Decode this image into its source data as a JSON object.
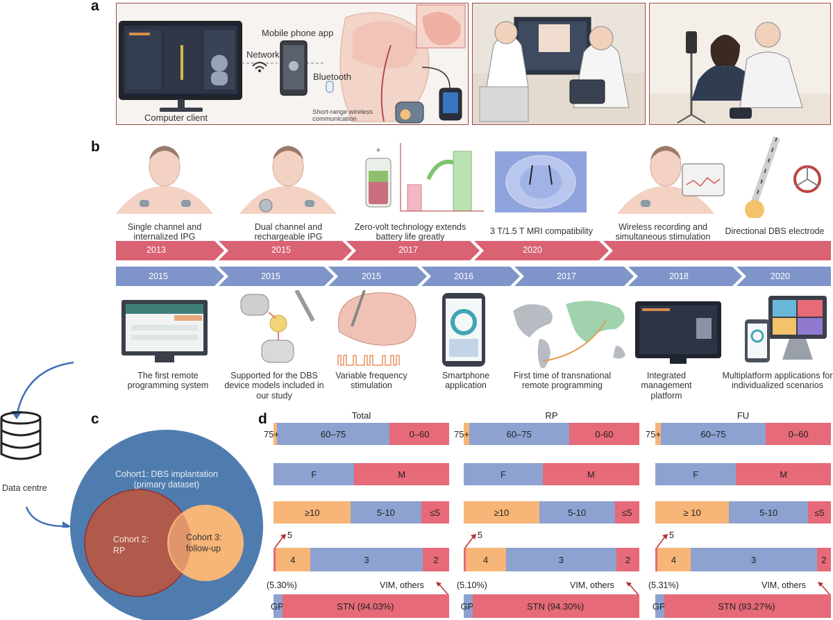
{
  "figure": {
    "panel_letters": [
      "a",
      "b",
      "c",
      "d"
    ]
  },
  "panel_a": {
    "computer_client": "Computer client",
    "mobile_app": "Mobile phone app",
    "network": "Network",
    "bluetooth": "Bluetooth",
    "short_range": "Short-range wireless communication"
  },
  "panel_b": {
    "top_items": [
      {
        "caption": "Single channel and internalized IPG",
        "year": "2013"
      },
      {
        "caption": "Dual channel and rechargeable IPG",
        "year": "2015"
      },
      {
        "caption": "Zero-volt technology extends battery life greatly",
        "year": "2017"
      },
      {
        "caption": "3 T/1.5 T MRI compatibility",
        "year": "2020"
      },
      {
        "caption": "Wireless recording and simultaneous stimulation",
        "year": ""
      },
      {
        "caption": "Directional DBS electrode",
        "year": ""
      }
    ],
    "bottom_items": [
      {
        "caption": "The first remote programming system",
        "year": "2015"
      },
      {
        "caption": "Supported for the DBS device models included in our study",
        "year": "2015"
      },
      {
        "caption": "Variable frequency stimulation",
        "year": "2015"
      },
      {
        "caption": "Smartphone application",
        "year": "2016"
      },
      {
        "caption": "First time of transnational remote programming",
        "year": "2017"
      },
      {
        "caption": "Integrated management platform",
        "year": "2018"
      },
      {
        "caption": "Multiplatform applications for individualized scenarios",
        "year": "2020"
      }
    ]
  },
  "panel_c": {
    "data_centre": "Data centre",
    "cohort1": "Cohort1: DBS implantation (primary dataset)",
    "cohort2": "Cohort 2: RP",
    "cohort3": "Cohort 3: follow-up"
  },
  "colors": {
    "blue": "#8da2d0",
    "red": "#e66a78",
    "orange": "#f7b577",
    "dark_blue_circle": "#4f7cae",
    "cohort2": "#b05a4c",
    "cohort3": "#f7b577",
    "timeline_red": "#d96372",
    "timeline_blue": "#7f95c9"
  },
  "chart_data": [
    {
      "type": "bar",
      "title": "Total",
      "rows": [
        {
          "segments": [
            {
              "label": "75+",
              "value": 2,
              "color": "orange"
            },
            {
              "label": "60–75",
              "value": 64,
              "color": "blue"
            },
            {
              "label": "0–60",
              "value": 34,
              "color": "red"
            }
          ]
        },
        {
          "segments": [
            {
              "label": "F",
              "value": 46,
              "color": "blue"
            },
            {
              "label": "M",
              "value": 54,
              "color": "red"
            }
          ]
        },
        {
          "segments": [
            {
              "label": "≥10",
              "value": 44,
              "color": "orange"
            },
            {
              "label": "5-10",
              "value": 40,
              "color": "blue"
            },
            {
              "label": "≤5",
              "value": 16,
              "color": "red"
            }
          ]
        },
        {
          "segments": [
            {
              "label": "",
              "value": 1,
              "color": "red"
            },
            {
              "label": "4",
              "value": 20,
              "color": "orange"
            },
            {
              "label": "3",
              "value": 64,
              "color": "blue"
            },
            {
              "label": "2",
              "value": 15,
              "color": "red"
            }
          ],
          "note_left": "5"
        },
        {
          "segments": [
            {
              "label": "GPi",
              "value": 5.3,
              "color": "blue"
            },
            {
              "label": "STN (94.03%)",
              "value": 94.03,
              "color": "red"
            },
            {
              "label": "",
              "value": 0.67,
              "color": "red"
            }
          ],
          "note_left": "(5.30%)",
          "note_right": "VIM, others"
        }
      ]
    },
    {
      "type": "bar",
      "title": "RP",
      "rows": [
        {
          "segments": [
            {
              "label": "75+",
              "value": 3,
              "color": "orange"
            },
            {
              "label": "60–75",
              "value": 57,
              "color": "blue"
            },
            {
              "label": "0-60",
              "value": 40,
              "color": "red"
            }
          ]
        },
        {
          "segments": [
            {
              "label": "F",
              "value": 45,
              "color": "blue"
            },
            {
              "label": "M",
              "value": 55,
              "color": "red"
            }
          ]
        },
        {
          "segments": [
            {
              "label": "≥10",
              "value": 43,
              "color": "orange"
            },
            {
              "label": "5-10",
              "value": 43,
              "color": "blue"
            },
            {
              "label": "≤5",
              "value": 14,
              "color": "red"
            }
          ]
        },
        {
          "segments": [
            {
              "label": "",
              "value": 1,
              "color": "red"
            },
            {
              "label": "4",
              "value": 23,
              "color": "orange"
            },
            {
              "label": "3",
              "value": 63,
              "color": "blue"
            },
            {
              "label": "2",
              "value": 13,
              "color": "red"
            }
          ],
          "note_left": "5"
        },
        {
          "segments": [
            {
              "label": "GPi",
              "value": 5.1,
              "color": "blue"
            },
            {
              "label": "STN (94.30%)",
              "value": 94.3,
              "color": "red"
            },
            {
              "label": "",
              "value": 0.6,
              "color": "red"
            }
          ],
          "note_left": "(5.10%)",
          "note_right": "VIM, others"
        }
      ]
    },
    {
      "type": "bar",
      "title": "FU",
      "rows": [
        {
          "segments": [
            {
              "label": "75+",
              "value": 3,
              "color": "orange"
            },
            {
              "label": "60–75",
              "value": 60,
              "color": "blue"
            },
            {
              "label": "0–60",
              "value": 37,
              "color": "red"
            }
          ]
        },
        {
          "segments": [
            {
              "label": "F",
              "value": 46,
              "color": "blue"
            },
            {
              "label": "M",
              "value": 54,
              "color": "red"
            }
          ]
        },
        {
          "segments": [
            {
              "label": "≥ 10",
              "value": 42,
              "color": "orange"
            },
            {
              "label": "5-10",
              "value": 45,
              "color": "blue"
            },
            {
              "label": "≤5",
              "value": 13,
              "color": "red"
            }
          ]
        },
        {
          "segments": [
            {
              "label": "",
              "value": 1,
              "color": "red"
            },
            {
              "label": "4",
              "value": 19,
              "color": "orange"
            },
            {
              "label": "3",
              "value": 72,
              "color": "blue"
            },
            {
              "label": "2",
              "value": 8,
              "color": "red"
            }
          ],
          "note_left": "5"
        },
        {
          "segments": [
            {
              "label": "GPi",
              "value": 5.31,
              "color": "blue"
            },
            {
              "label": "STN (93.27%)",
              "value": 93.27,
              "color": "red"
            },
            {
              "label": "",
              "value": 1.42,
              "color": "red"
            }
          ],
          "note_left": "(5.31%)",
          "note_right": "VIM, others"
        }
      ]
    }
  ]
}
